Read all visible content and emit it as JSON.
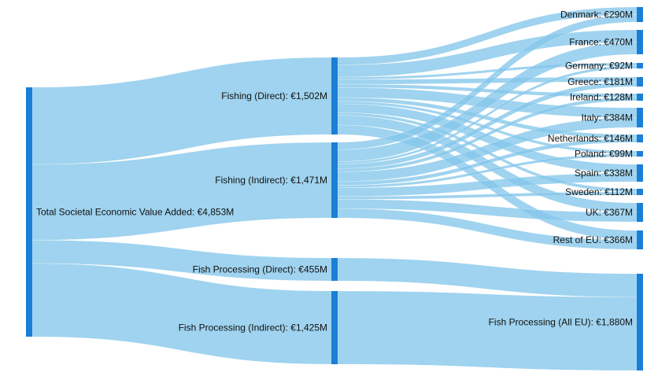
{
  "colors": {
    "node": "#1a7fd6",
    "link": "#84c7ea",
    "text": "#111111",
    "background": "#ffffff"
  },
  "nodes": [
    {
      "id": "total",
      "label": "Total Societal Economic Value Added: €4,853M",
      "value": 4853
    },
    {
      "id": "fish_d",
      "label": "Fishing (Direct): €1,502M",
      "value": 1502
    },
    {
      "id": "fish_i",
      "label": "Fishing (Indirect): €1,471M",
      "value": 1471
    },
    {
      "id": "proc_d",
      "label": "Fish Processing (Direct): €455M",
      "value": 455
    },
    {
      "id": "proc_i",
      "label": "Fish Processing (Indirect): €1,425M",
      "value": 1425
    },
    {
      "id": "denmark",
      "label": "Denmark: €290M",
      "value": 290
    },
    {
      "id": "france",
      "label": "France: €470M",
      "value": 470
    },
    {
      "id": "germany",
      "label": "Germany: €92M",
      "value": 92
    },
    {
      "id": "greece",
      "label": "Greece: €181M",
      "value": 181
    },
    {
      "id": "ireland",
      "label": "Ireland: €128M",
      "value": 128
    },
    {
      "id": "italy",
      "label": "Italy: €384M",
      "value": 384
    },
    {
      "id": "netherlands",
      "label": "Netherlands: €146M",
      "value": 146
    },
    {
      "id": "poland",
      "label": "Poland: €99M",
      "value": 99
    },
    {
      "id": "spain",
      "label": "Spain: €338M",
      "value": 338
    },
    {
      "id": "sweden",
      "label": "Sweden: €112M",
      "value": 112
    },
    {
      "id": "uk",
      "label": "UK: €367M",
      "value": 367
    },
    {
      "id": "rest_eu",
      "label": "Rest of EU: €366M",
      "value": 366
    },
    {
      "id": "proc_all",
      "label": "Fish Processing (All EU): €1,880M",
      "value": 1880
    }
  ]
}
